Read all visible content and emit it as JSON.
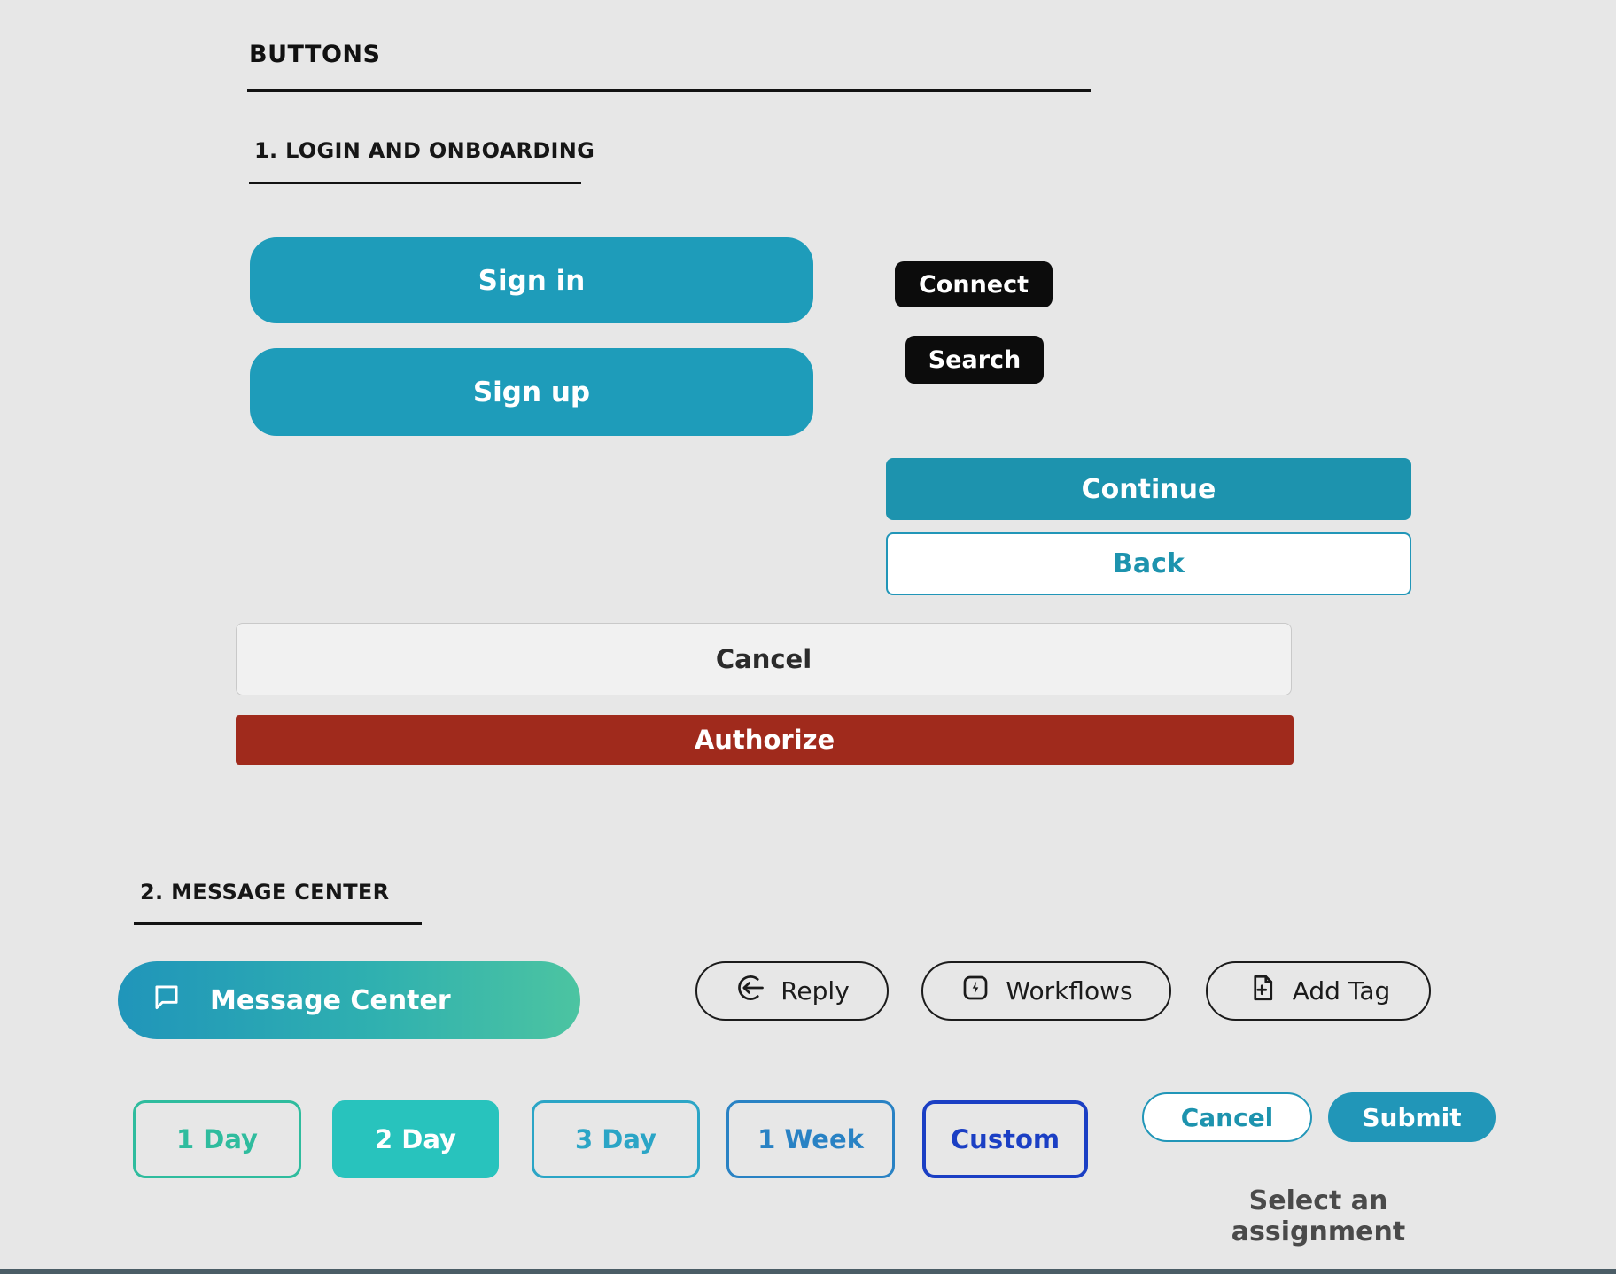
{
  "page": {
    "title": "BUTTONS",
    "background_color": "#e7e7e7",
    "footer_bar_color": "#4b5d66"
  },
  "sections": {
    "login_heading": "1. LOGIN AND ONBOARDING",
    "message_heading": "2. MESSAGE CENTER"
  },
  "login": {
    "sign_in": "Sign in",
    "sign_up": "Sign up",
    "connect": "Connect",
    "search": "Search",
    "continue": "Continue",
    "back": "Back",
    "cancel": "Cancel",
    "authorize": "Authorize"
  },
  "message_center": {
    "main_button": "Message Center",
    "main_button_icon": "chat-bubble-icon",
    "actions": [
      {
        "label": "Reply",
        "icon": "reply-icon"
      },
      {
        "label": "Workflows",
        "icon": "workflows-icon"
      },
      {
        "label": "Add Tag",
        "icon": "add-tag-icon"
      }
    ],
    "durations": [
      {
        "label": "1 Day",
        "selected": false,
        "color": "#2fbc9e"
      },
      {
        "label": "2 Day",
        "selected": true,
        "color": "#28c3bd"
      },
      {
        "label": "3 Day",
        "selected": false,
        "color": "#2ba5c6"
      },
      {
        "label": "1 Week",
        "selected": false,
        "color": "#2982c4"
      },
      {
        "label": "Custom",
        "selected": false,
        "color": "#1b3fc4"
      }
    ],
    "cancel": "Cancel",
    "submit": "Submit",
    "helper_text": "Select an assignment"
  },
  "colors": {
    "primary_teal": "#1e9cba",
    "continue_teal": "#1d93ae",
    "black_button": "#0c0c0c",
    "authorize_red": "#a02a1c",
    "cancel_gray": "#f1f1f1",
    "gradient_start": "#2095ba",
    "gradient_end": "#4cc4a1",
    "outline_dark": "#1b1b1b",
    "submit_teal": "#2196b8",
    "helper_text_gray": "#4a4a4a"
  }
}
